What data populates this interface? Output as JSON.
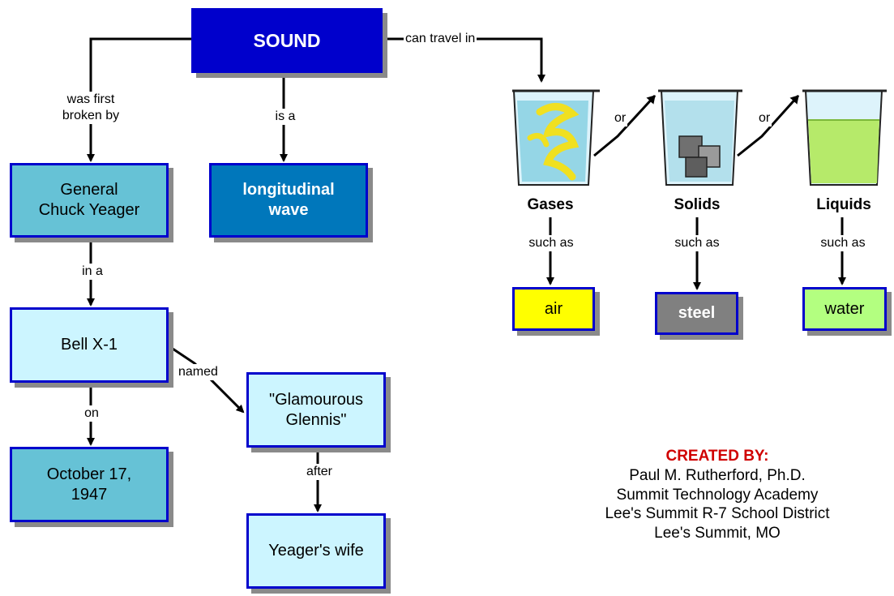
{
  "colors": {
    "border": "#0000cc",
    "sound_fill": "#0000cc",
    "dark_fill": "#0077bb",
    "mid_fill": "#66c2d6",
    "light_fill": "#ccf5ff",
    "air_fill": "#ffff00",
    "steel_fill": "#808080",
    "water_fill": "#b3ff80",
    "credit_heading": "#d00000"
  },
  "nodes": {
    "sound": "SOUND",
    "longitudinal_wave": "longitudinal\nwave",
    "chuck_yeager": "General\nChuck Yeager",
    "bell_x1": "Bell X-1",
    "oct_1947": "October 17,\n1947",
    "glamourous_glennis": "\"Glamourous\nGlennis\"",
    "yeagers_wife": "Yeager's wife",
    "air": "air",
    "steel": "steel",
    "water": "water"
  },
  "links": {
    "can_travel_in": "can travel in",
    "is_a": "is a",
    "was_first_broken_by": "was first\nbroken by",
    "in_a": "in a",
    "on": "on",
    "named": "named",
    "after": "after",
    "or_1": "or",
    "or_2": "or",
    "such_as_gases": "such as",
    "such_as_solids": "such as",
    "such_as_liquids": "such as"
  },
  "media": {
    "gases": "Gases",
    "solids": "Solids",
    "liquids": "Liquids"
  },
  "icons": [
    "beaker-gas-icon",
    "beaker-ice-cubes-icon",
    "beaker-liquid-icon"
  ],
  "credits": {
    "heading": "CREATED BY:",
    "line1": "Paul M. Rutherford, Ph.D.",
    "line2": "Summit Technology Academy",
    "line3": "Lee's Summit R-7 School District",
    "line4": "Lee's Summit, MO"
  }
}
